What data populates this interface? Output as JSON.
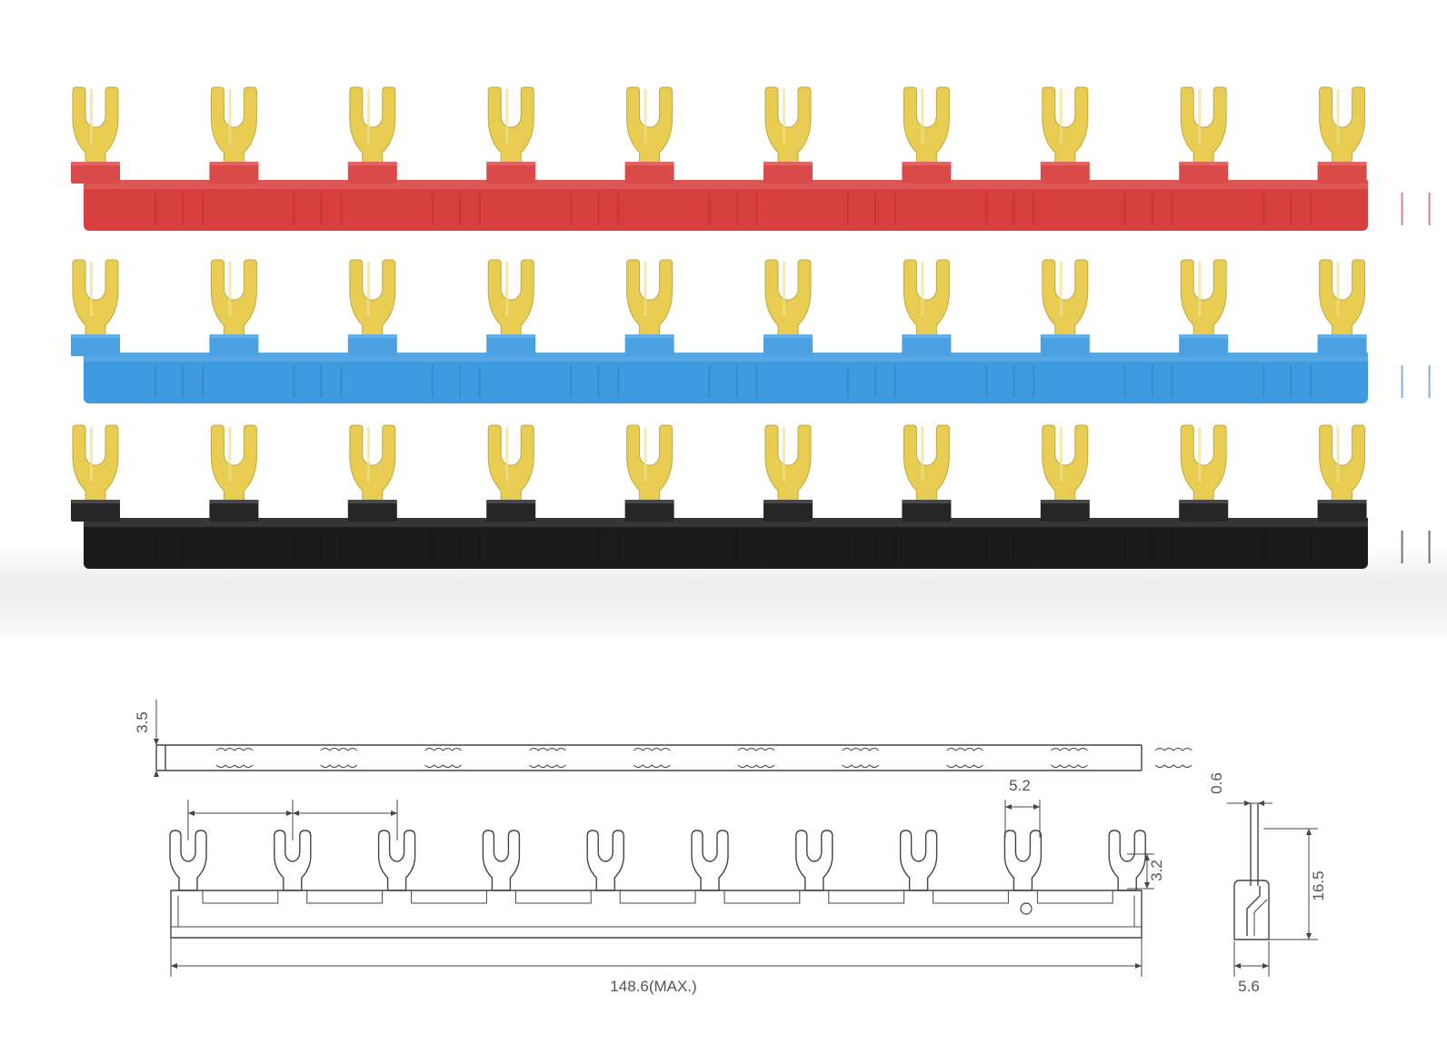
{
  "product": {
    "bar_colors": {
      "red": "#d8403f",
      "blue": "#3f9be0",
      "black": "#1b1b1b"
    },
    "lug_color": "#e8cd52",
    "bars": [
      {
        "name": "red-busbar",
        "color_key": "red",
        "pins": 10
      },
      {
        "name": "blue-busbar",
        "color_key": "blue",
        "pins": 10
      },
      {
        "name": "black-busbar",
        "color_key": "black",
        "pins": 10
      }
    ]
  },
  "drawing": {
    "line_color": "#444444",
    "text_color": "#555555",
    "pins": 10,
    "dims": {
      "thickness": "3.5",
      "fork_width": "5.2",
      "fork_height": "3.2",
      "overall_length": "148.6(MAX.)",
      "lug_thickness": "0.6",
      "side_height": "16.5",
      "side_width": "5.6"
    }
  }
}
